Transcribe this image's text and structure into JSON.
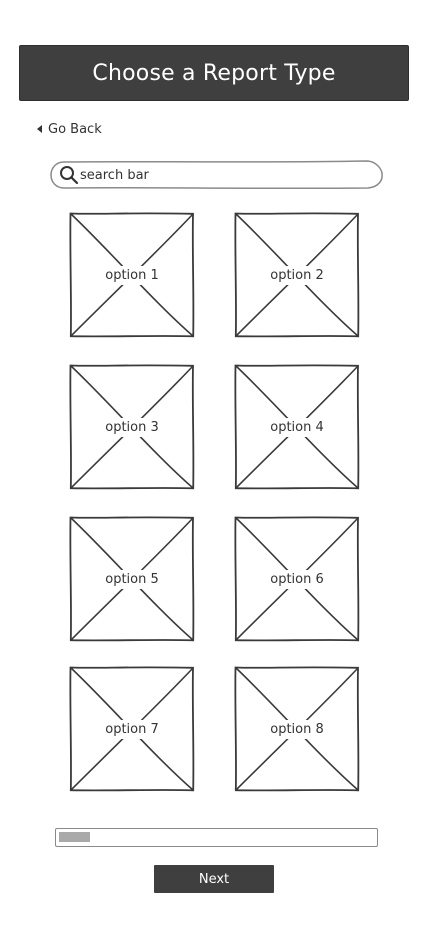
{
  "header": {
    "title": "Choose a Report Type"
  },
  "nav": {
    "back_label": "Go Back"
  },
  "search": {
    "placeholder": "search bar"
  },
  "options": [
    {
      "label": "option 1"
    },
    {
      "label": "option 2"
    },
    {
      "label": "option 3"
    },
    {
      "label": "option 4"
    },
    {
      "label": "option 5"
    },
    {
      "label": "option 6"
    },
    {
      "label": "option 7"
    },
    {
      "label": "option 8"
    }
  ],
  "progress": {
    "value": 0.1
  },
  "footer": {
    "next_label": "Next"
  },
  "colors": {
    "dark": "#3f3f3f",
    "ink": "#333333",
    "progress_fill": "#a9a9a9"
  },
  "icons": {
    "back": "triangle-left-icon",
    "search": "magnifier-icon",
    "option_placeholder": "image-placeholder-icon"
  }
}
